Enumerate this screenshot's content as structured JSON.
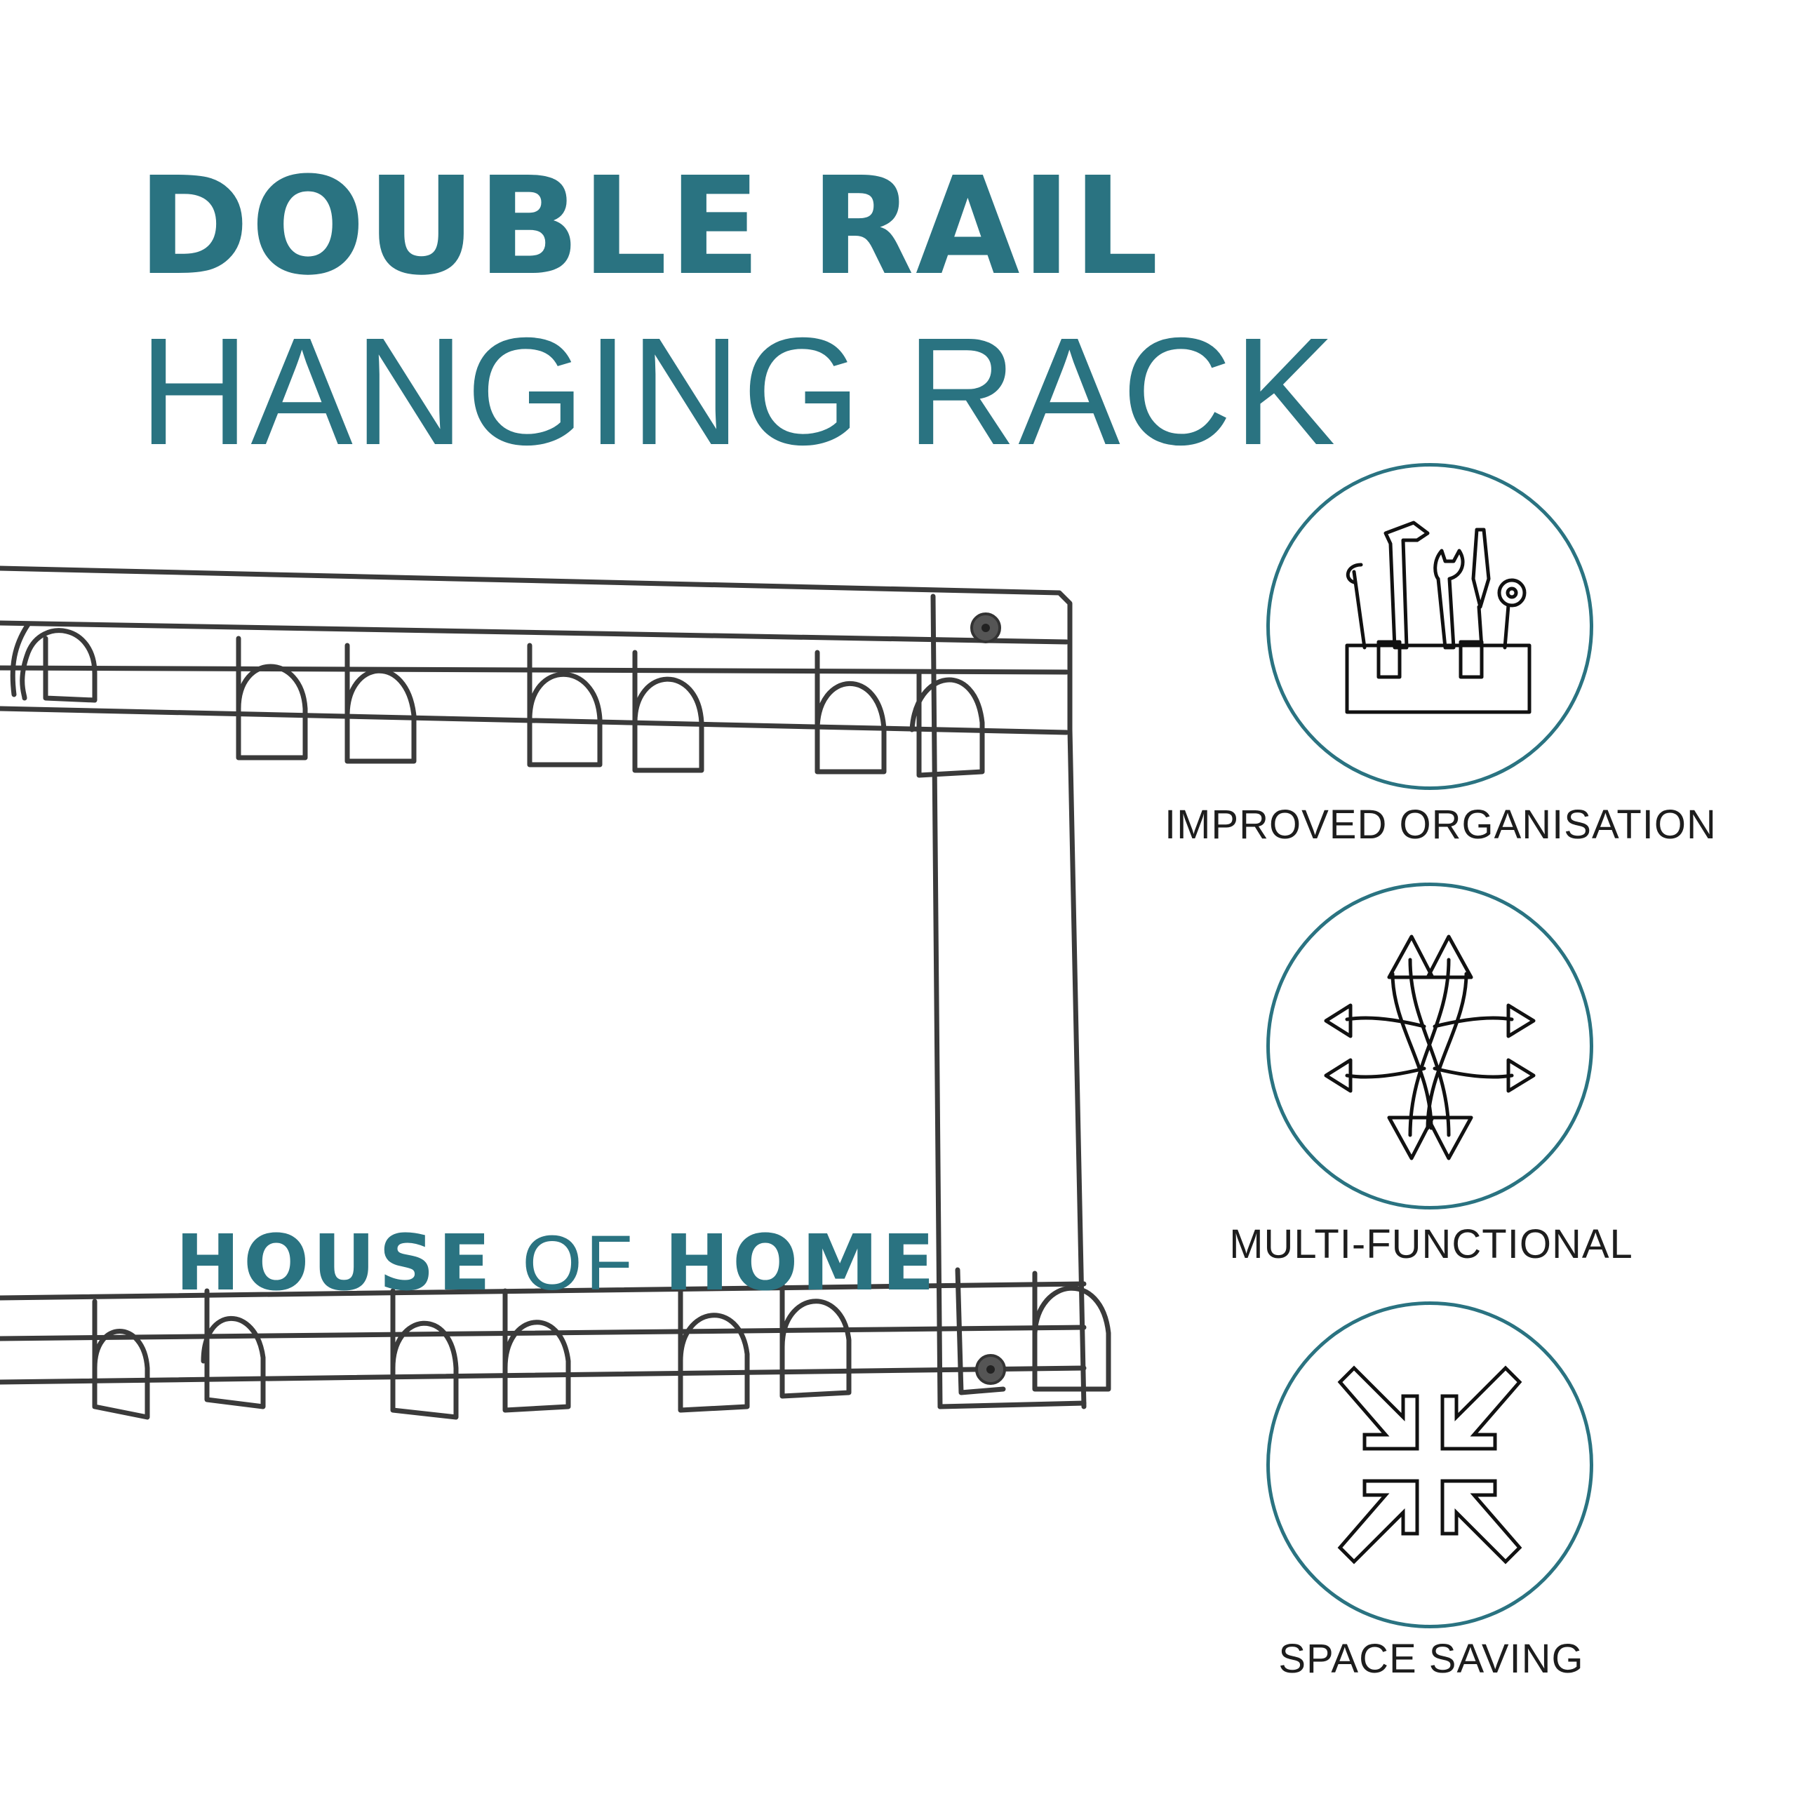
{
  "headline": {
    "line1": "DOUBLE RAIL",
    "line2": "HANGING RACK"
  },
  "brand": {
    "part1": "HOUSE",
    "part2": "OF",
    "part3": "HOME"
  },
  "features": [
    {
      "label": "IMPROVED ORGANISATION",
      "icon": "tools-icon"
    },
    {
      "label": "MULTI-FUNCTIONAL",
      "icon": "multi-direction-arrows-icon"
    },
    {
      "label": "SPACE SAVING",
      "icon": "compress-arrows-icon"
    }
  ],
  "colors": {
    "accent": "#2a7381",
    "wire": "#3a3a3a",
    "text": "#1d1d1d",
    "background": "#ffffff"
  }
}
